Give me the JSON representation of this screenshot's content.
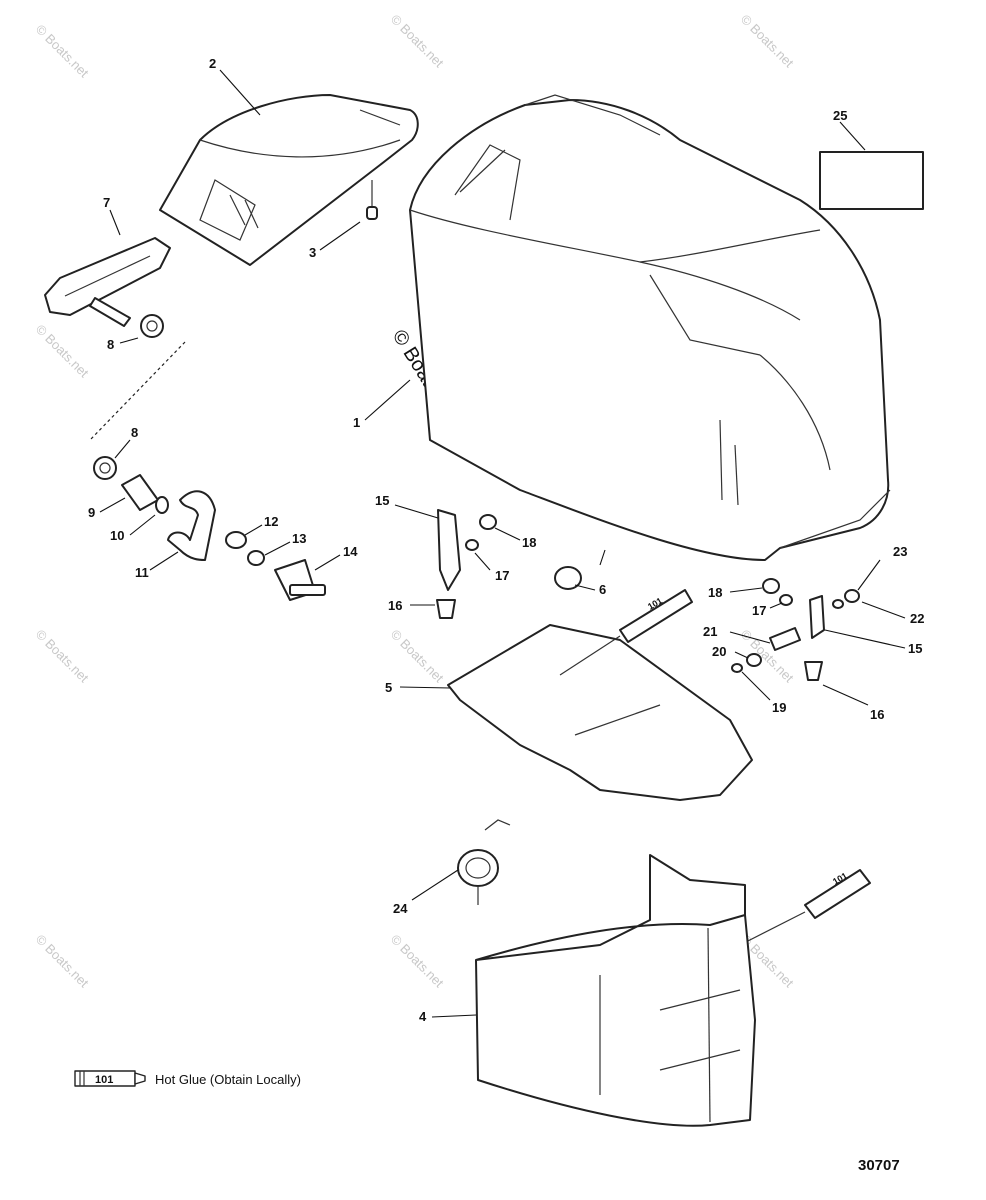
{
  "watermark": "© Boats.net",
  "callouts": {
    "c1": "1",
    "c2": "2",
    "c3": "3",
    "c4": "4",
    "c5": "5",
    "c6": "6",
    "c7": "7",
    "c8a": "8",
    "c8b": "8",
    "c9": "9",
    "c10": "10",
    "c11": "11",
    "c12": "12",
    "c13": "13",
    "c14": "14",
    "c15a": "15",
    "c15b": "15",
    "c16a": "16",
    "c16b": "16",
    "c17a": "17",
    "c17b": "17",
    "c18a": "18",
    "c18b": "18",
    "c19": "19",
    "c20": "20",
    "c21": "21",
    "c22": "22",
    "c23": "23",
    "c24": "24",
    "c25": "25"
  },
  "tube_label": "101",
  "legend": {
    "tube_label": "101",
    "text": "Hot Glue (Obtain Locally)"
  },
  "figure_code": "30707"
}
